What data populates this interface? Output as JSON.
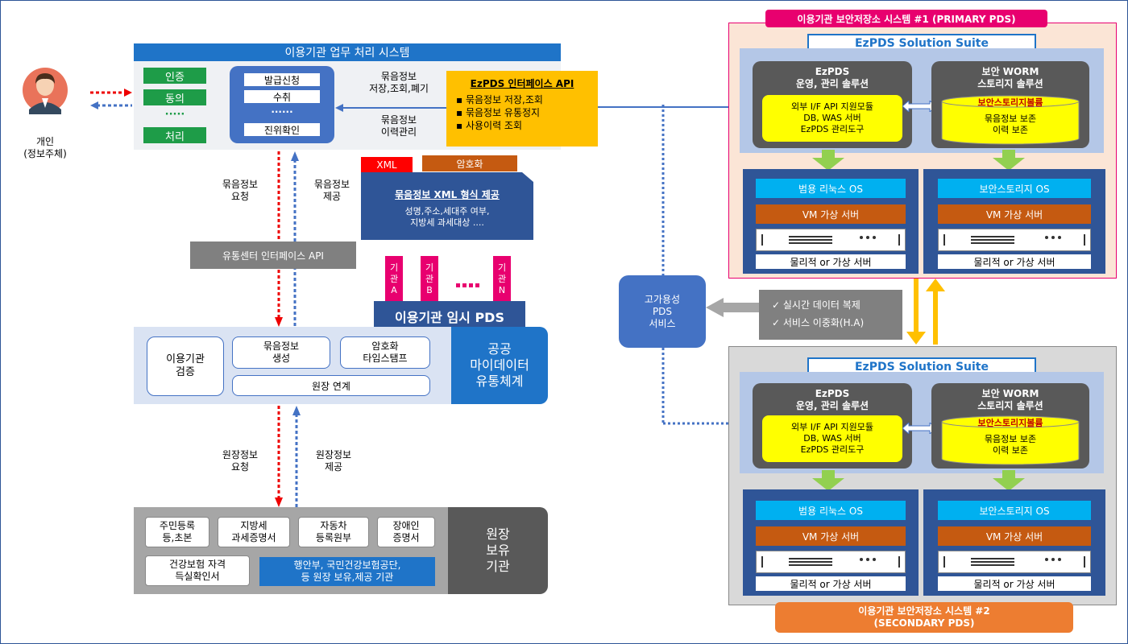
{
  "person": {
    "label": "개인\n(정보주체)"
  },
  "biz_system": {
    "title": "이용기관  업무 처리 시스템",
    "green_buttons": [
      "인증",
      "동의",
      "·····",
      "처리"
    ],
    "inner_items": [
      "발급신청",
      "수취",
      "······",
      "진위확인"
    ],
    "store_label": "묶음정보\n저장,조회,폐기",
    "history_label": "묶음정보\n이력관리"
  },
  "ezpds_api": {
    "title": "EzPDS 인터페이스 API",
    "items": [
      "묶음정보 저장,조회",
      "묶음정보 유통정지",
      "사용이력 조회"
    ]
  },
  "xml_box": {
    "tag_xml": "XML",
    "tag_enc": "암호화",
    "title": "묶음정보 XML 형식 제공",
    "desc": "성명,주소,세대주 여부,\n지방세 과세대상 ...."
  },
  "arrows": {
    "bundle_request": "묶음정보\n요청",
    "bundle_provide": "묶음정보\n제공",
    "orig_request": "원장정보\n요청",
    "orig_provide": "원장정보\n제공"
  },
  "center_api": "유통센터 인터페이스 API",
  "orgs": [
    "기\n관\nA",
    "기\n관\nB",
    "기\n관\nN"
  ],
  "temp_pds": "이용기관 임시 PDS",
  "mydata": {
    "verify": "이용기관\n검증",
    "create": "묶음정보\n생성",
    "encrypt": "암호화\n타임스탬프",
    "link": "원장 연계",
    "title": "공공\n마이데이터\n유통체계"
  },
  "origin": {
    "items": [
      "주민등록\n등,초본",
      "지방세\n과세증명서",
      "자동차\n등록원부",
      "장애인\n증명서",
      "건강보험 자격\n득실확인서"
    ],
    "agencies": "행안부, 국민건강보험공단,\n등 원장 보유,제공 기관",
    "title": "원장\n보유\n기관"
  },
  "ha_service": "고가용성\nPDS\n서비스",
  "replication": [
    "✓ 실시간 데이터 복제",
    "✓ 서비스 이중화(H.A)"
  ],
  "primary": {
    "title": "이용기관 보안저장소 시스템  #1 (PRIMARY PDS)",
    "suite": "EzPDS Solution Suite",
    "ezpds_title": "EzPDS\n운영, 관리 솔루션",
    "ezpds_inner": "외부 I/F API 지원모듈\nDB, WAS 서버\nEzPDS 관리도구",
    "worm_title": "보안 WORM\n스토리지 솔루션",
    "storage_vol": "보안스토리지볼륨",
    "storage_desc": "묶음정보 보존\n이력 보존",
    "os_left": "범용 리눅스  OS",
    "os_right": "보안스토리지 OS",
    "vm": "VM 가상 서버",
    "phys": "물리적 or 가상 서버"
  },
  "secondary": {
    "title": "이용기관 보안저장소 시스템 #2\n(SECONDARY PDS)",
    "suite": "EzPDS Solution Suite",
    "ezpds_title": "EzPDS\n운영, 관리 솔루션",
    "ezpds_inner": "외부 I/F API 지원모듈\nDB, WAS 서버\nEzPDS 관리도구",
    "worm_title": "보안 WORM\n스토리지 솔루션",
    "storage_vol": "보안스토리지볼륨",
    "storage_desc": "묶음정보 보존\n이력 보존",
    "os_left": "범용 리눅스  OS",
    "os_right": "보안스토리지 OS",
    "vm": "VM 가상 서버",
    "phys": "물리적 or 가상 서버"
  },
  "colors": {
    "navy": "#2e4d8c",
    "blue": "#1f74c8",
    "green": "#1e9c48",
    "orange": "#c55a11",
    "yellow": "#ffc000",
    "pink": "#e8006f",
    "gray": "#808080"
  }
}
